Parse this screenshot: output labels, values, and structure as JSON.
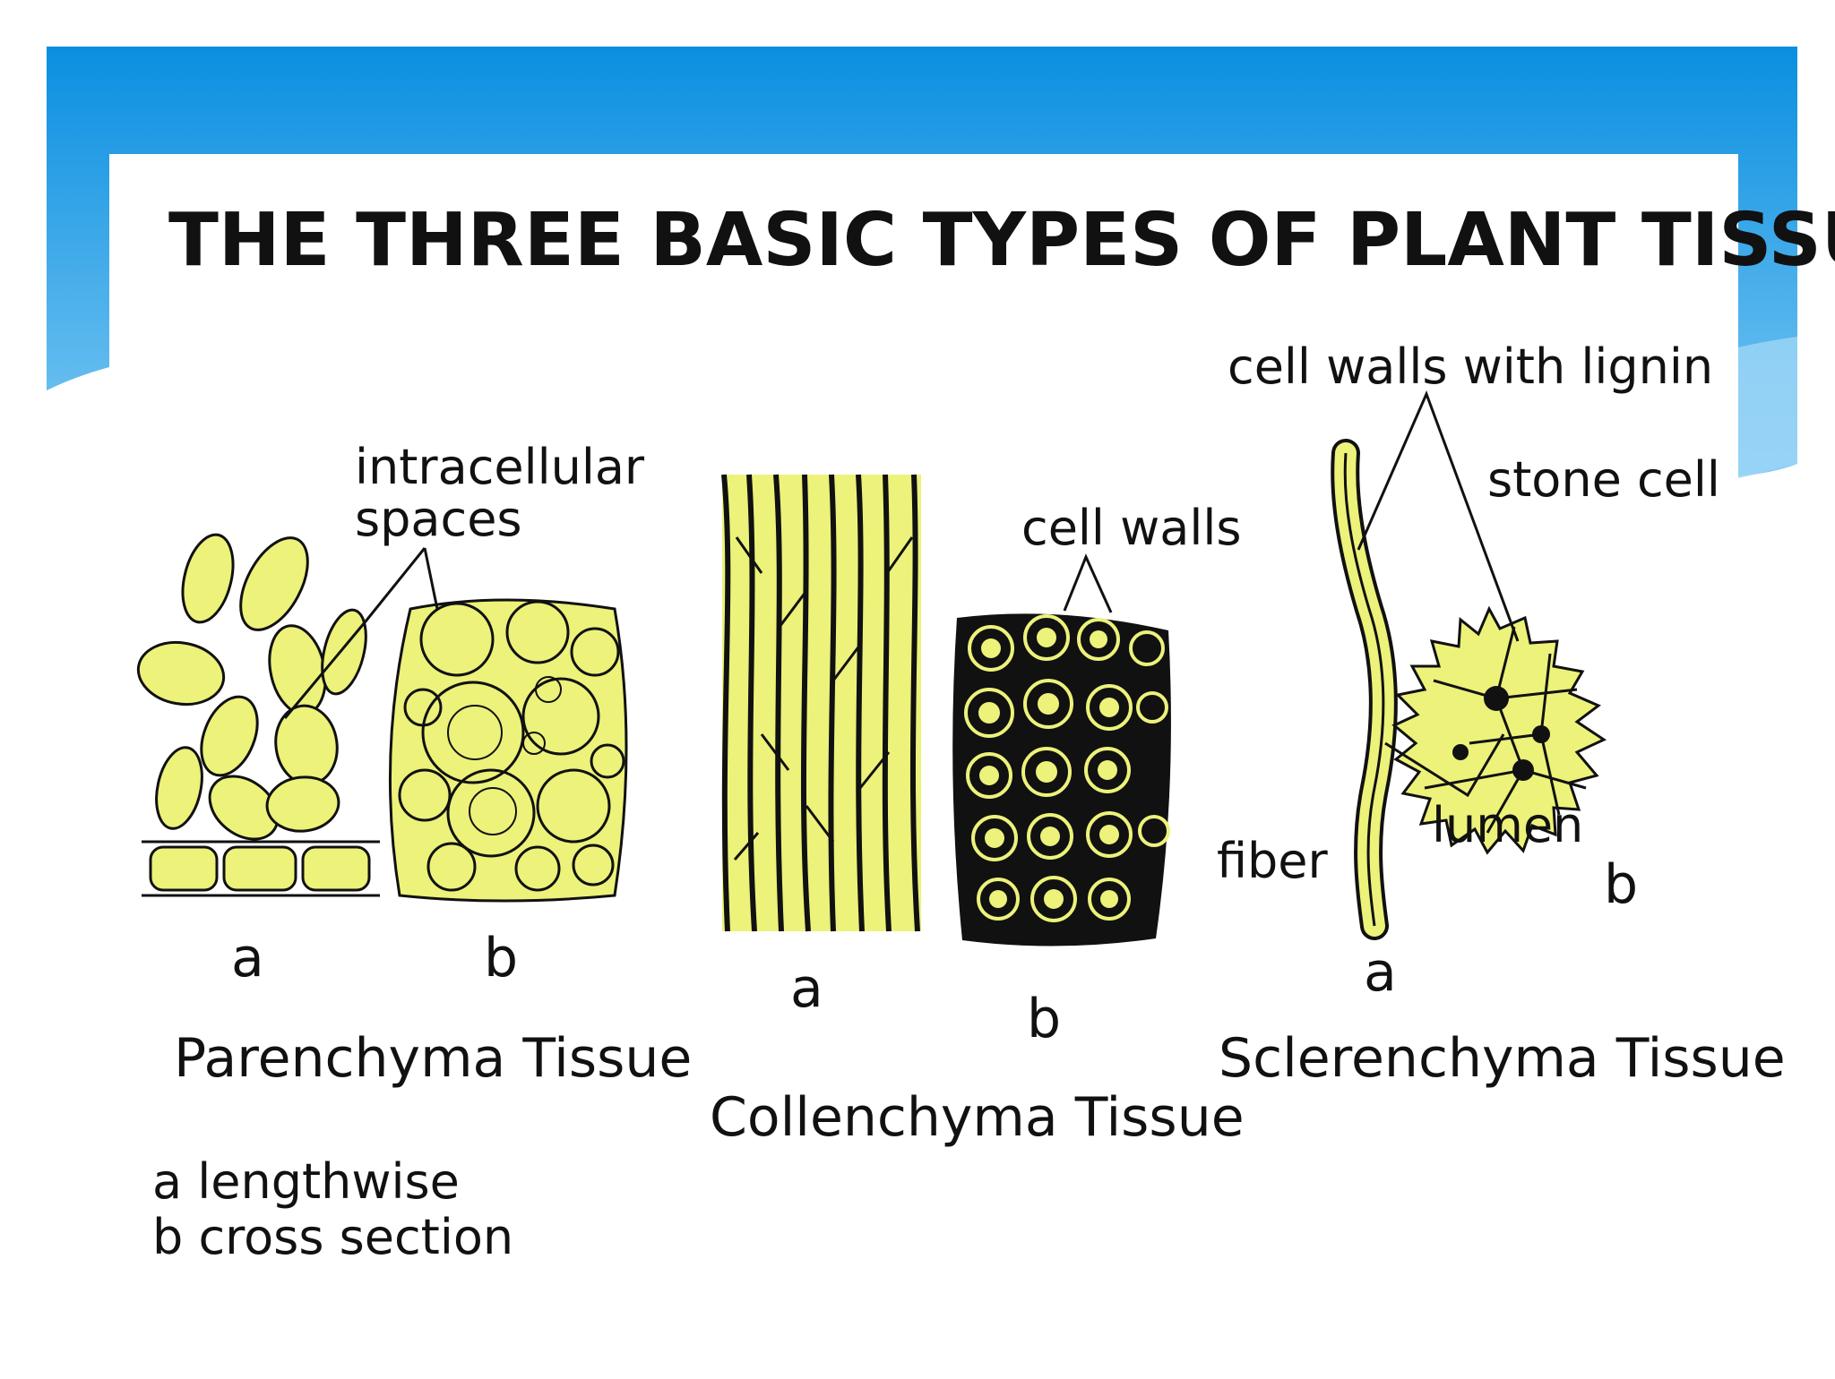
{
  "slide": {
    "title": "THE THREE BASIC TYPES OF PLANT TISSUE",
    "accent_color": "#1e9be6",
    "cell_color": "#ecf27a",
    "outline_color": "#111111"
  },
  "parenchyma": {
    "name": "Parenchyma Tissue",
    "label_a": "a",
    "label_b": "b",
    "callout_line1": "intracellular",
    "callout_line2": "spaces"
  },
  "collenchyma": {
    "name": "Collenchyma Tissue",
    "label_a": "a",
    "label_b": "b",
    "callout": "cell walls"
  },
  "sclerenchyma": {
    "name": "Sclerenchyma Tissue",
    "label_a": "a",
    "label_b": "b",
    "callout_top": "cell walls with lignin",
    "callout_stone": "stone cell",
    "callout_lumen": "lumen",
    "callout_fiber": "fiber"
  },
  "legend": {
    "line1": "a lengthwise",
    "line2": "b cross section"
  }
}
